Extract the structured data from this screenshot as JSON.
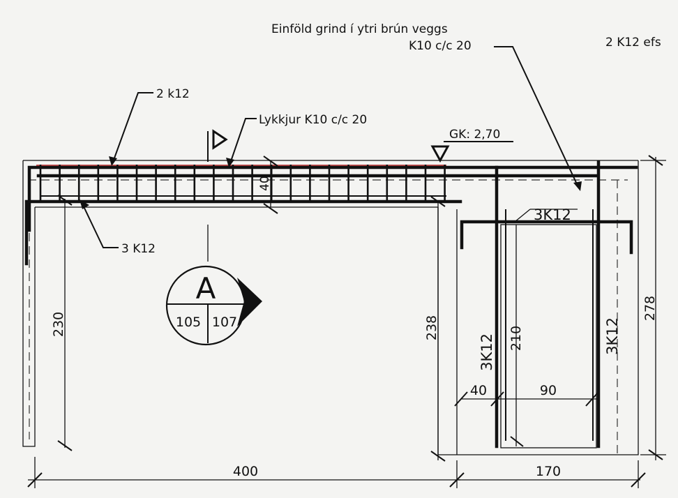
{
  "labels": {
    "top_note_line1": "Einföld grind í ytri brún veggs",
    "top_note_line2": "K10 c/c 20",
    "top_right_note": "2 K12 efs",
    "top_bars": "2 k12",
    "stirrups": "Lykkjur K10 c/c 20",
    "bottom_bars": "3 K12",
    "level": "GK: 2,70",
    "column_top_bars": "3K12",
    "column_left_bars": "3K12",
    "column_right_bars": "3K12"
  },
  "section_marker": {
    "letter": "A",
    "sheet_left": "105",
    "sheet_right": "107"
  },
  "dimensions": {
    "beam_depth": "40",
    "left_wall_height": "230",
    "span": "400",
    "right_wall_height": "238",
    "opening_height": "210",
    "offset_left": "40",
    "opening_width": "90",
    "column_width": "170",
    "overall_height": "278"
  }
}
